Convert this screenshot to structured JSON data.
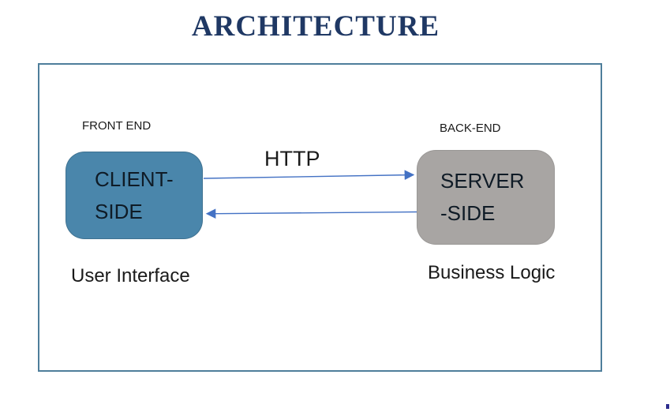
{
  "title": "ARCHITECTURE",
  "diagram": {
    "front_end_label": "FRONT END",
    "back_end_label": "BACK-END",
    "client_box": {
      "line1": "CLIENT-",
      "line2": "SIDE"
    },
    "server_box": {
      "line1": "SERVER",
      "line2": "-SIDE"
    },
    "arrow_label": "HTTP",
    "client_caption": "User Interface",
    "server_caption": "Business Logic"
  },
  "colors": {
    "title": "#1f3864",
    "frame_border": "#4e7e9b",
    "client_fill": "#4a86ab",
    "server_fill": "#a8a5a3",
    "arrow": "#4472c4",
    "node_text": "#0f1b26",
    "label_text": "#1a1a1a",
    "stray_dot": "#2d2d8e"
  }
}
